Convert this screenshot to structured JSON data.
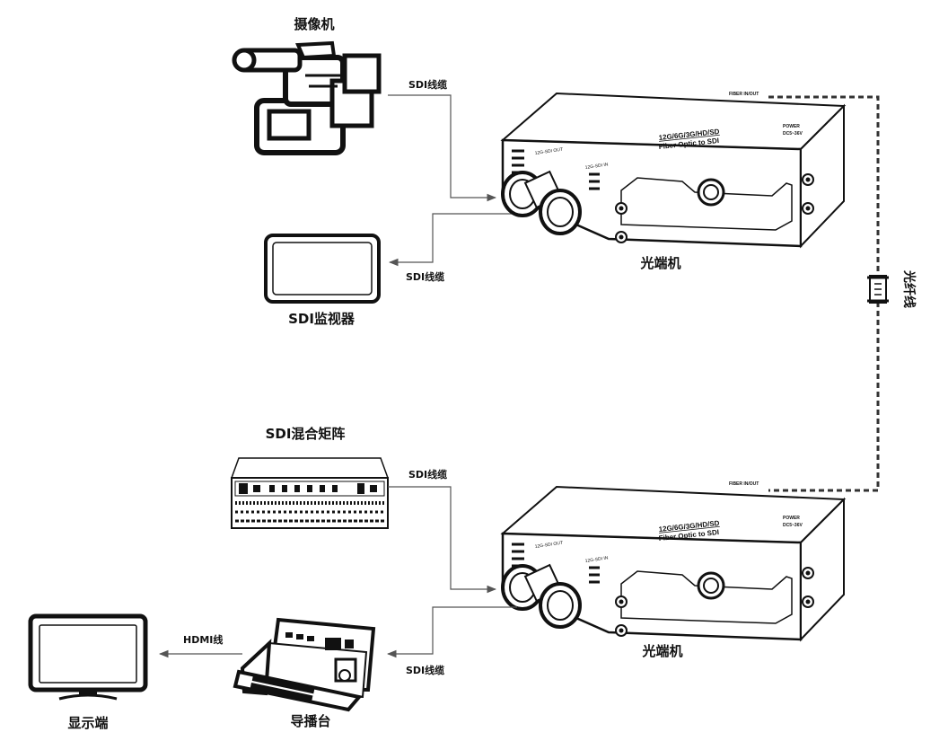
{
  "devices": {
    "camera": {
      "label": "摄像机",
      "icon": "video-camera-icon"
    },
    "sdi_monitor": {
      "label": "SDI监视器",
      "icon": "monitor-icon"
    },
    "top_converter": {
      "label": "光端机",
      "model": "12G/6G/3G/HD/SD",
      "desc": "Fiber Optic to SDI",
      "port_out": "12G-SDI OUT",
      "port_in": "12G-SDI IN",
      "fiber": "FIBER IN/OUT",
      "power": "POWER",
      "power_spec": "DC5~36V"
    },
    "sdi_matrix": {
      "label": "SDI混合矩阵",
      "icon": "sdi-matrix-icon"
    },
    "bottom_converter": {
      "label": "光端机",
      "model": "12G/6G/3G/HD/SD",
      "desc": "Fiber Optic to SDI",
      "port_out": "12G-SDI OUT",
      "port_in": "12G-SDI IN",
      "fiber": "FIBER IN/OUT",
      "power": "POWER",
      "power_spec": "DC5~36V"
    },
    "display": {
      "label": "显示端",
      "icon": "tv-display-icon"
    },
    "switcher": {
      "label": "导播台",
      "icon": "switcher-console-icon"
    }
  },
  "cables": {
    "camera_to_converter": "SDI线缆",
    "converter_to_monitor": "SDI线缆",
    "matrix_to_converter": "SDI线缆",
    "converter_to_switcher": "SDI线缆",
    "switcher_to_display": "HDMI线",
    "fiber": "光纤线"
  },
  "colors": {
    "line": "#555555",
    "fiber": "#333333",
    "ink": "#111111"
  }
}
